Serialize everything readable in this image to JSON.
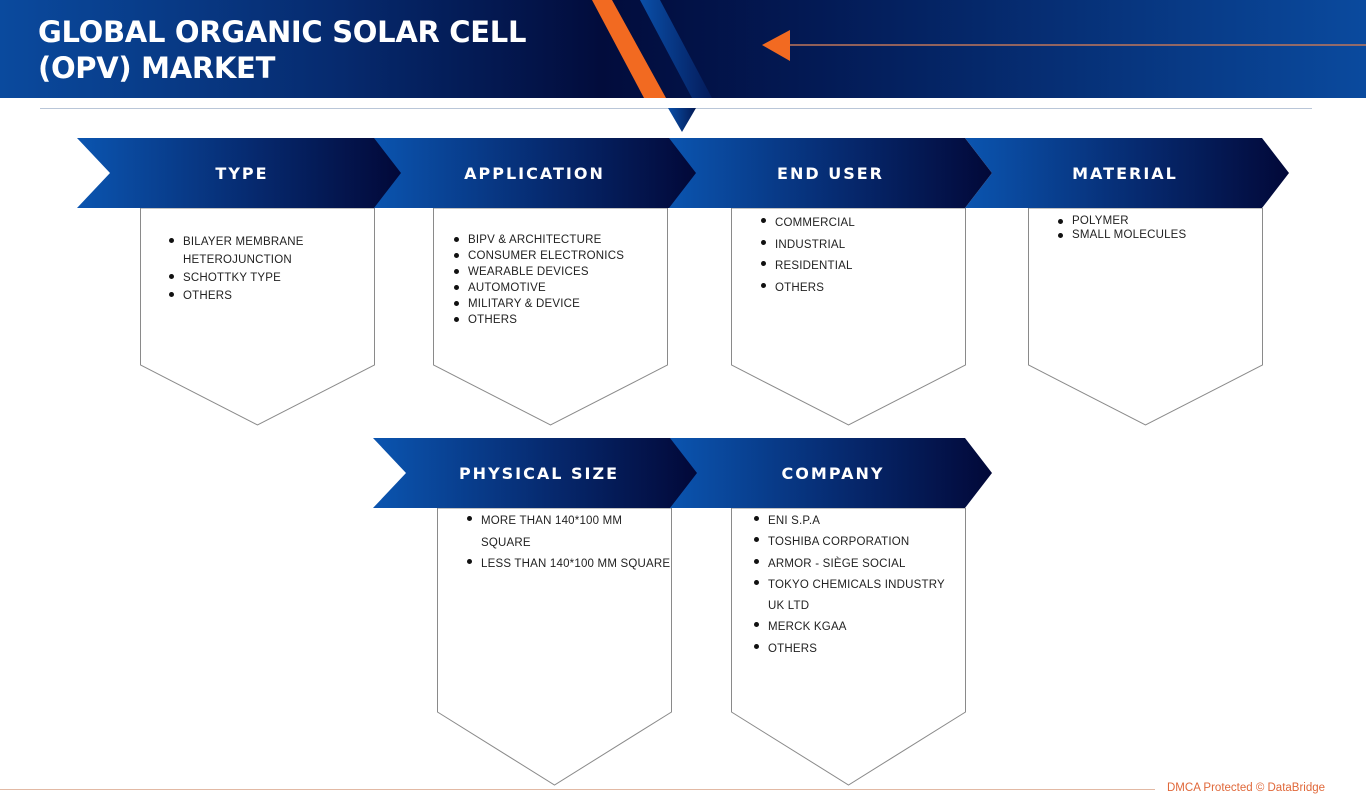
{
  "header": {
    "title_line1": "GLOBAL ORGANIC SOLAR CELL",
    "title_line2": "(OPV) MARKET"
  },
  "colors": {
    "brand_dark": "#020c3c",
    "brand_blue": "#0a4a9e",
    "accent_orange": "#f26a21",
    "panel_border": "#8a8a8a",
    "footer_text": "#e0683a"
  },
  "segments": [
    {
      "title": "TYPE",
      "items": [
        "BILAYER MEMBRANE HETEROJUNCTION",
        "SCHOTTKY TYPE",
        "OTHERS"
      ]
    },
    {
      "title": "APPLICATION",
      "items": [
        "BIPV & ARCHITECTURE",
        "CONSUMER ELECTRONICS",
        "WEARABLE DEVICES",
        "AUTOMOTIVE",
        "MILITARY & DEVICE",
        "OTHERS"
      ]
    },
    {
      "title": "END USER",
      "items": [
        "COMMERCIAL",
        "INDUSTRIAL",
        "RESIDENTIAL",
        "OTHERS"
      ]
    },
    {
      "title": "MATERIAL",
      "items": [
        "POLYMER",
        "SMALL MOLECULES"
      ]
    },
    {
      "title": "PHYSICAL SIZE",
      "items": [
        "MORE THAN 140*100 MM SQUARE",
        "LESS THAN 140*100 MM SQUARE"
      ]
    },
    {
      "title": "COMPANY",
      "items": [
        "ENI S.P.A",
        "TOSHIBA CORPORATION",
        "ARMOR - SIÈGE SOCIAL",
        "TOKYO CHEMICALS INDUSTRY UK LTD",
        "MERCK KGAA",
        "OTHERS"
      ]
    }
  ],
  "footer": {
    "text": "DMCA Protected © DataBridge"
  }
}
